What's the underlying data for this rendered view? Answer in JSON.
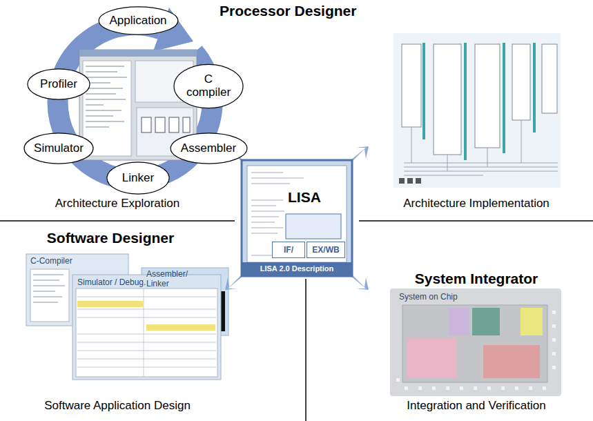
{
  "diagram": {
    "nodes": [
      {
        "text": [
          "Application"
        ]
      },
      {
        "text": [
          "C compiler"
        ]
      },
      {
        "text": [
          "Assembler"
        ]
      },
      {
        "text": [
          "Linker"
        ]
      },
      {
        "text": [
          "Simulator"
        ]
      },
      {
        "text": [
          "Profiler"
        ]
      },
      {
        "text": [
          "LISA",
          "LISA 2.0 Description"
        ]
      },
      {
        "text": [
          "IF/"
        ],
        "in": 6
      },
      {
        "text": [
          "EX/WB"
        ],
        "in": 6
      }
    ],
    "labels": [
      "Processor Designer",
      "Architecture Exploration",
      "Architecture Implementation",
      "Software Designer",
      "C-Compiler",
      "Simulator / Debug.",
      "Assembler/ Linker",
      "System Integrator",
      "System on Chip",
      "Software Application Design",
      "Integration and Verification"
    ]
  }
}
